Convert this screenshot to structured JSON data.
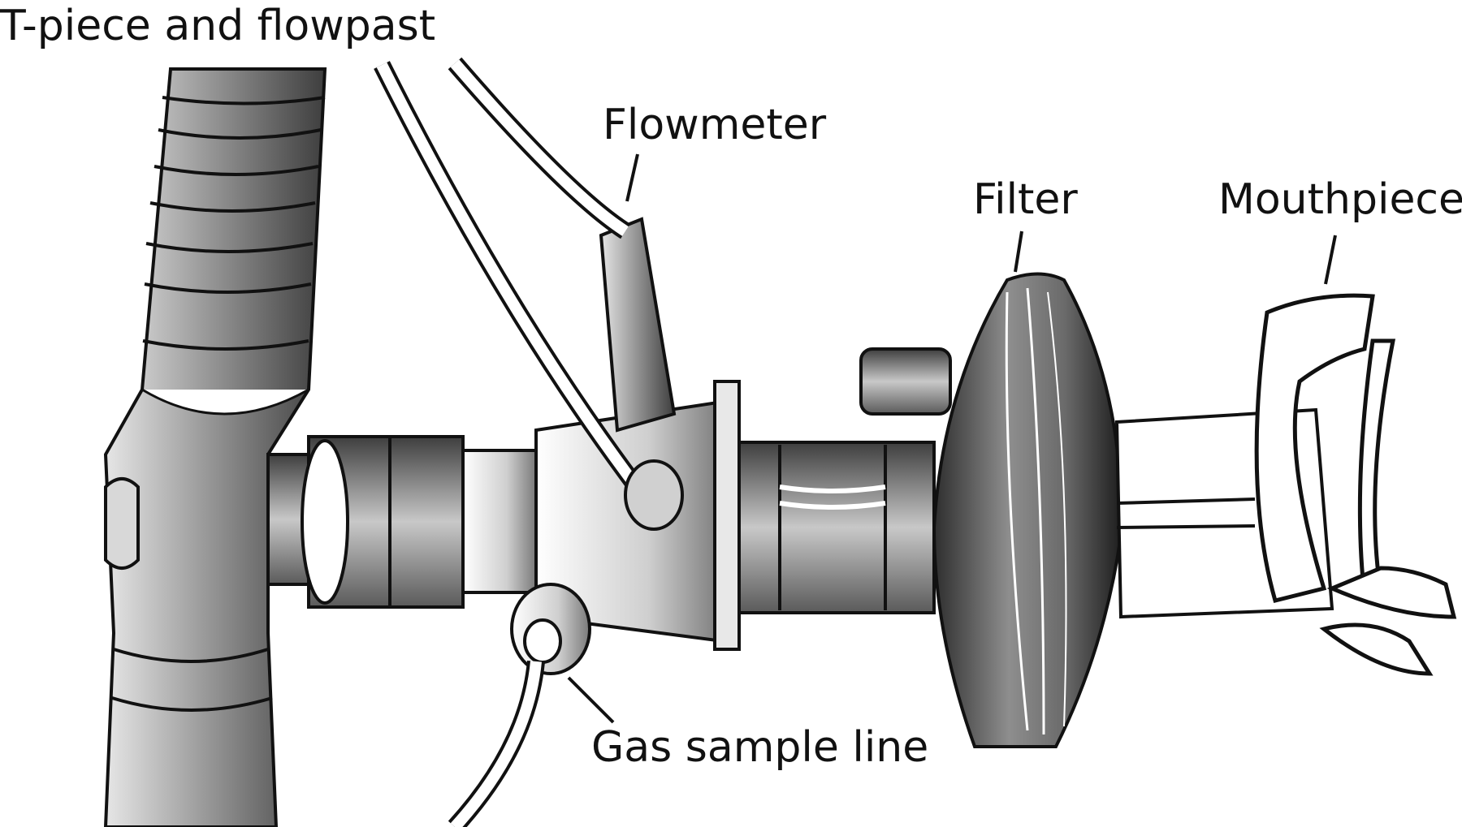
{
  "labels": {
    "tpiece": "T-piece and flowpast",
    "flowmeter": "Flowmeter",
    "filter": "Filter",
    "mouthpiece": "Mouthpiece",
    "gas_sample_line": "Gas sample line"
  },
  "colors": {
    "ink": "#111111",
    "dark": "#4a4a4a",
    "mid": "#9a9a9a",
    "light": "#e2e2e2",
    "background": "#ffffff"
  }
}
